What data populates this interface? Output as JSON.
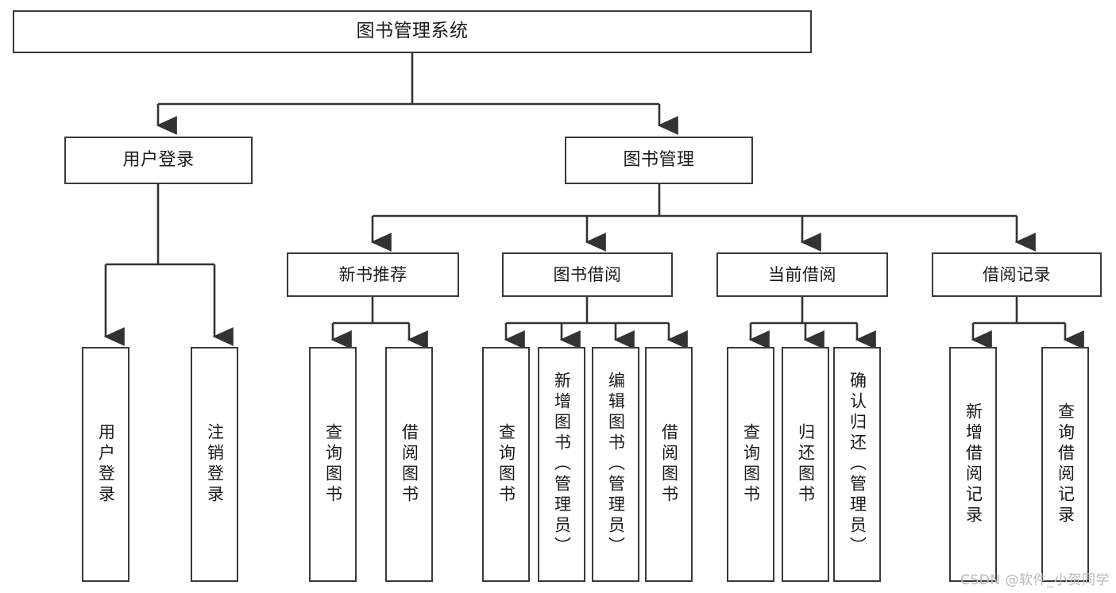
{
  "diagram": {
    "title": "图书管理系统",
    "type": "tree-hierarchy-chart",
    "root": {
      "label": "图书管理系统"
    },
    "level2": [
      {
        "label": "用户登录"
      },
      {
        "label": "图书管理"
      }
    ],
    "level3": [
      {
        "label": "新书推荐"
      },
      {
        "label": "图书借阅"
      },
      {
        "label": "当前借阅"
      },
      {
        "label": "借阅记录"
      }
    ],
    "leaves": {
      "user_login": [
        {
          "label": "用户登录"
        },
        {
          "label": "注销登录"
        }
      ],
      "new_book_recommend": [
        {
          "label": "查询图书"
        },
        {
          "label": "借阅图书"
        }
      ],
      "book_borrow": [
        {
          "label": "查询图书"
        },
        {
          "label": "新增图书（管理员）"
        },
        {
          "label": "编辑图书（管理员）"
        },
        {
          "label": "借阅图书"
        }
      ],
      "current_borrow": [
        {
          "label": "查询图书"
        },
        {
          "label": "归还图书"
        },
        {
          "label": "确认归还（管理员）"
        }
      ],
      "borrow_record": [
        {
          "label": "新增借阅记录"
        },
        {
          "label": "查询借阅记录"
        }
      ]
    }
  },
  "watermark": {
    "text": "CSDN @软件_小贺同学"
  },
  "colors": {
    "box_border": "#3a3a3a",
    "box_fill": "#ffffff",
    "text": "#1a1a1a",
    "connector": "#333333",
    "watermark": "#b9b9b9",
    "background": "#ffffff"
  }
}
